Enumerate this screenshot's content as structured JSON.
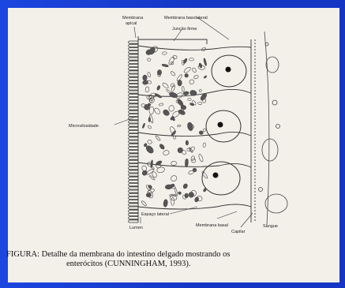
{
  "labels": {
    "membrana_apical_1": "Membrana",
    "membrana_apical_2": "apical",
    "membrana_basolateral": "Membrana basolateral",
    "juncao_firme": "Junção firme",
    "microvilosidade": "Microvilosidade",
    "espaco_lateral": "Espaço lateral",
    "lumen": "Lumen",
    "membrana_basal": "Membrana basal",
    "capilar": "Capilar",
    "sangue": "Sangue"
  },
  "caption": {
    "line1": "FIGURA: Detalhe da membrana do intestino delgado mostrando os",
    "line2": "enterócitos (CUNNINGHAM, 1993)."
  }
}
